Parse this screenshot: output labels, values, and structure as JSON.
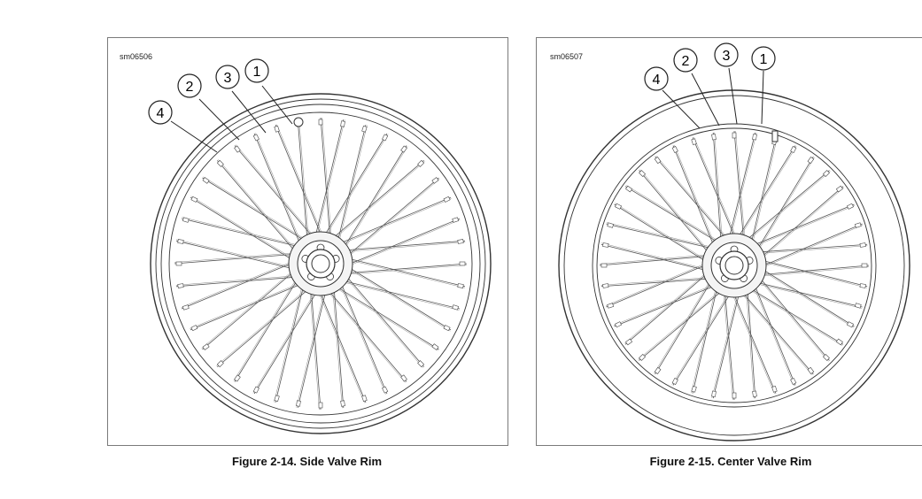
{
  "figures": [
    {
      "code": "sm06506",
      "caption": "Figure 2-14. Side Valve Rim",
      "callouts": [
        "1",
        "2",
        "3",
        "4"
      ]
    },
    {
      "code": "sm06507",
      "caption": "Figure 2-15. Center Valve Rim",
      "callouts": [
        "1",
        "2",
        "3",
        "4"
      ]
    }
  ]
}
